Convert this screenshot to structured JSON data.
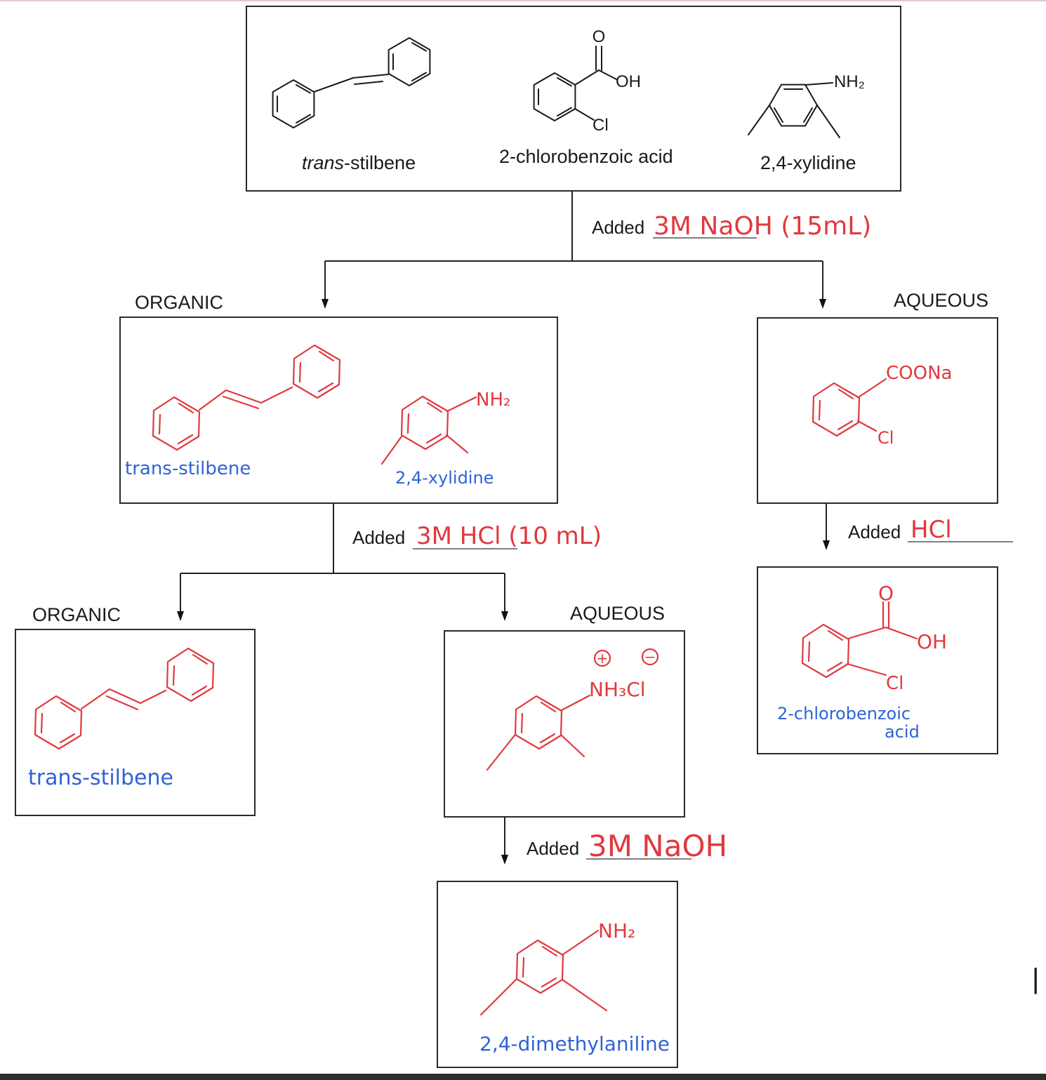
{
  "start": {
    "compounds": [
      {
        "label_italic": "trans",
        "label_rest": "-stilbene"
      },
      {
        "label": "2-chlorobenzoic acid",
        "atoms": {
          "o": "O",
          "oh": "OH",
          "cl": "Cl"
        }
      },
      {
        "label": "2,4-xylidine",
        "atoms": {
          "nh2": "NH₂"
        }
      }
    ]
  },
  "step1": {
    "prefix": "Added",
    "reagent": "3M NaOH (15mL)"
  },
  "organic1": {
    "section": "ORGANIC",
    "compounds": [
      {
        "label": "trans-stilbene"
      },
      {
        "label": "2,4-xylidine",
        "atoms": {
          "nh2": "NH₂"
        }
      }
    ]
  },
  "aqueous1": {
    "section": "AQUEOUS",
    "atoms": {
      "coona": "COONa",
      "cl": "Cl"
    }
  },
  "step2": {
    "prefix": "Added",
    "reagent": "3M HCl (10 mL)"
  },
  "step3": {
    "prefix": "Added",
    "reagent": "HCl"
  },
  "organic2": {
    "section": "ORGANIC",
    "label": "trans-stilbene"
  },
  "aqueous2": {
    "section": "AQUEOUS",
    "atoms": {
      "plus": "+",
      "minus": "−",
      "nh3cl": "NH₃Cl"
    }
  },
  "product_acid": {
    "label_line1": "2-chlorobenzoic",
    "label_line2": "acid",
    "atoms": {
      "o": "O",
      "oh": "OH",
      "cl": "Cl"
    }
  },
  "step4": {
    "prefix": "Added",
    "reagent": "3M NaOH"
  },
  "product_amine": {
    "label": "2,4-dimethylaniline",
    "atoms": {
      "nh2": "NH₂"
    }
  },
  "margin_mark": "|"
}
